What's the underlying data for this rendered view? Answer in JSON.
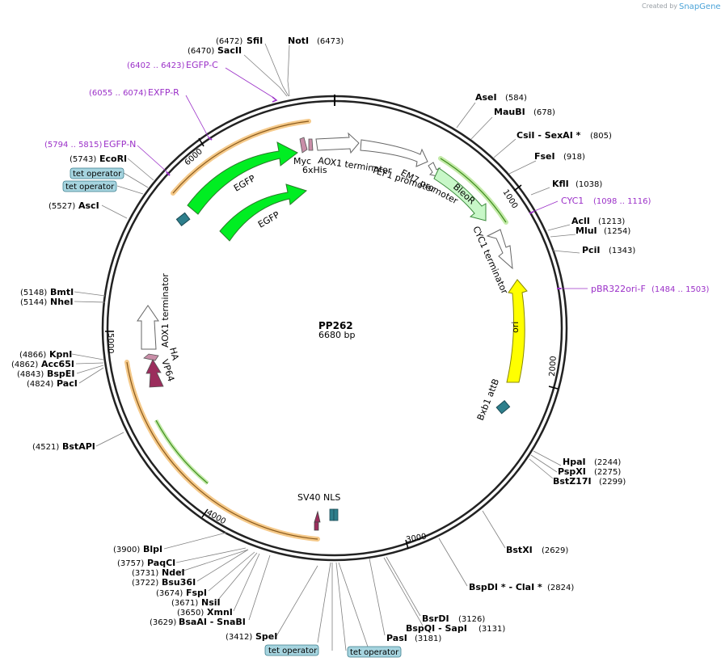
{
  "credit": {
    "created_by": "Created by",
    "brand": "SnapGene"
  },
  "plasmid": {
    "name": "PP262",
    "size_label": "6680 bp"
  },
  "ticks": [
    "1000",
    "2000",
    "3000",
    "4000",
    "5000",
    "6000"
  ],
  "sites": [
    {
      "pos": "(6472)",
      "name": "SfiI"
    },
    {
      "pos": "(6470)",
      "name": "SacII"
    },
    {
      "pos": "(6473)",
      "name": "NotI"
    },
    {
      "pos": "(584)",
      "name": "AseI"
    },
    {
      "pos": "(678)",
      "name": "MauBI"
    },
    {
      "pos": "(805)",
      "name": "CsiI  - SexAI *"
    },
    {
      "pos": "(918)",
      "name": "FseI"
    },
    {
      "pos": "(1038)",
      "name": "KflI"
    },
    {
      "pos": "(1213)",
      "name": "AclI"
    },
    {
      "pos": "(1254)",
      "name": "MluI"
    },
    {
      "pos": "(1343)",
      "name": "PciI"
    },
    {
      "pos": "(2244)",
      "name": "HpaI"
    },
    {
      "pos": "(2275)",
      "name": "PspXI"
    },
    {
      "pos": "(2299)",
      "name": "BstZ17I"
    },
    {
      "pos": "(2629)",
      "name": "BstXI"
    },
    {
      "pos": "(2824)",
      "name": "BspDI *  - ClaI *"
    },
    {
      "pos": "(3126)",
      "name": "BsrDI"
    },
    {
      "pos": "(3131)",
      "name": "BspQI  - SapI"
    },
    {
      "pos": "(3181)",
      "name": "PasI"
    },
    {
      "pos": "(3412)",
      "name": "SpeI"
    },
    {
      "pos": "(3629)",
      "name": "BsaAI  - SnaBI"
    },
    {
      "pos": "(3650)",
      "name": "XmnI"
    },
    {
      "pos": "(3671)",
      "name": "NsiI"
    },
    {
      "pos": "(3674)",
      "name": "FspI"
    },
    {
      "pos": "(3722)",
      "name": "Bsu36I"
    },
    {
      "pos": "(3731)",
      "name": "NdeI"
    },
    {
      "pos": "(3757)",
      "name": "PaqCI"
    },
    {
      "pos": "(3900)",
      "name": "BlpI"
    },
    {
      "pos": "(4521)",
      "name": "BstAPI"
    },
    {
      "pos": "(4824)",
      "name": "PacI"
    },
    {
      "pos": "(4843)",
      "name": "BspEI"
    },
    {
      "pos": "(4862)",
      "name": "Acc65I"
    },
    {
      "pos": "(4866)",
      "name": "KpnI"
    },
    {
      "pos": "(5144)",
      "name": "NheI"
    },
    {
      "pos": "(5148)",
      "name": "BmtI"
    },
    {
      "pos": "(5527)",
      "name": "AscI"
    },
    {
      "pos": "(5743)",
      "name": "EcoRI"
    }
  ],
  "primers": [
    {
      "pos": "(6402 .. 6423)",
      "name": "EGFP-C"
    },
    {
      "pos": "(6055 .. 6074)",
      "name": "EXFP-R"
    },
    {
      "pos": "(5794 .. 5815)",
      "name": "EGFP-N"
    },
    {
      "pos": "(1098 .. 1116)",
      "name": "CYC1"
    },
    {
      "pos": "(1484 .. 1503)",
      "name": "pBR322ori-F"
    }
  ],
  "badges": [
    "tet operator",
    "tet operator",
    "tet operator",
    "tet operator"
  ],
  "features": {
    "myc": "Myc",
    "his": "6xHis",
    "aox1_term_top": "AOX1 terminator",
    "tef1": "TEF1 promoter",
    "em7": "EM7 promoter",
    "bleor": "BleoR",
    "cyc1_term": "CYC1 terminator",
    "ori": "ori",
    "bxb1": "Bxb1 attB",
    "egfp_outer": "EGFP",
    "egfp_inner": "EGFP",
    "sv40": "SV40 NLS",
    "aox1_term_left": "AOX1 terminator",
    "ha": "HA",
    "vp64": "VP64"
  },
  "colors": {
    "egfp": "#00ee22",
    "bleor": "#c8f7c8",
    "ori": "#ffff00",
    "tag": "#c98ea8",
    "vp64": "#9b2d5c",
    "site": "#2e7f8c",
    "primer": "#9b30c8",
    "backbone": "#222222",
    "orange": "#e9a23b",
    "badge_bg": "#a6d4df"
  }
}
